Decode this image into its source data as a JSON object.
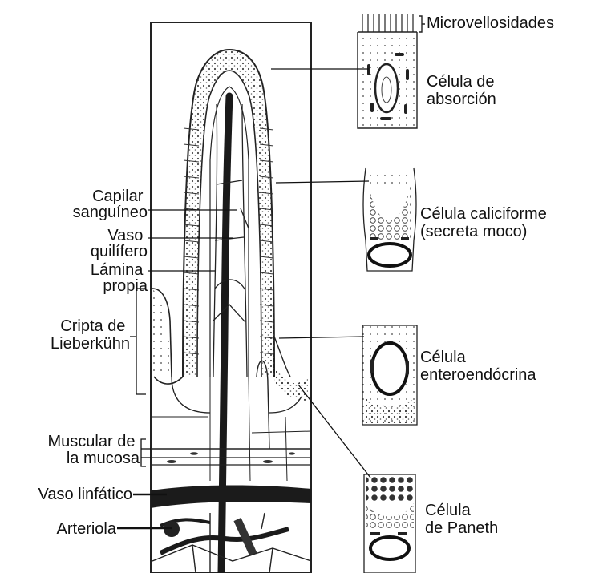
{
  "labels": {
    "microvellosidades": "Microvellosidades",
    "celula_absorcion": [
      "Célula de",
      "absorción"
    ],
    "capilar": [
      "Capilar",
      "sanguíneo"
    ],
    "vaso_quilifero": [
      "Vaso",
      "quilífero"
    ],
    "lamina_propia": [
      "Lámina",
      "propia"
    ],
    "cripta": [
      "Cripta de",
      "Lieberkühn"
    ],
    "celula_caliciforme": [
      "Célula caliciforme",
      "(secreta moco)"
    ],
    "celula_enteroendocrina": [
      "Célula",
      "enteroendócrina"
    ],
    "muscular_mucosa": [
      "Muscular de",
      "la mucosa"
    ],
    "vaso_linfatico": "Vaso linfático",
    "arteriola": "Arteriola",
    "celula_paneth": [
      "Célula",
      "de Paneth"
    ]
  }
}
